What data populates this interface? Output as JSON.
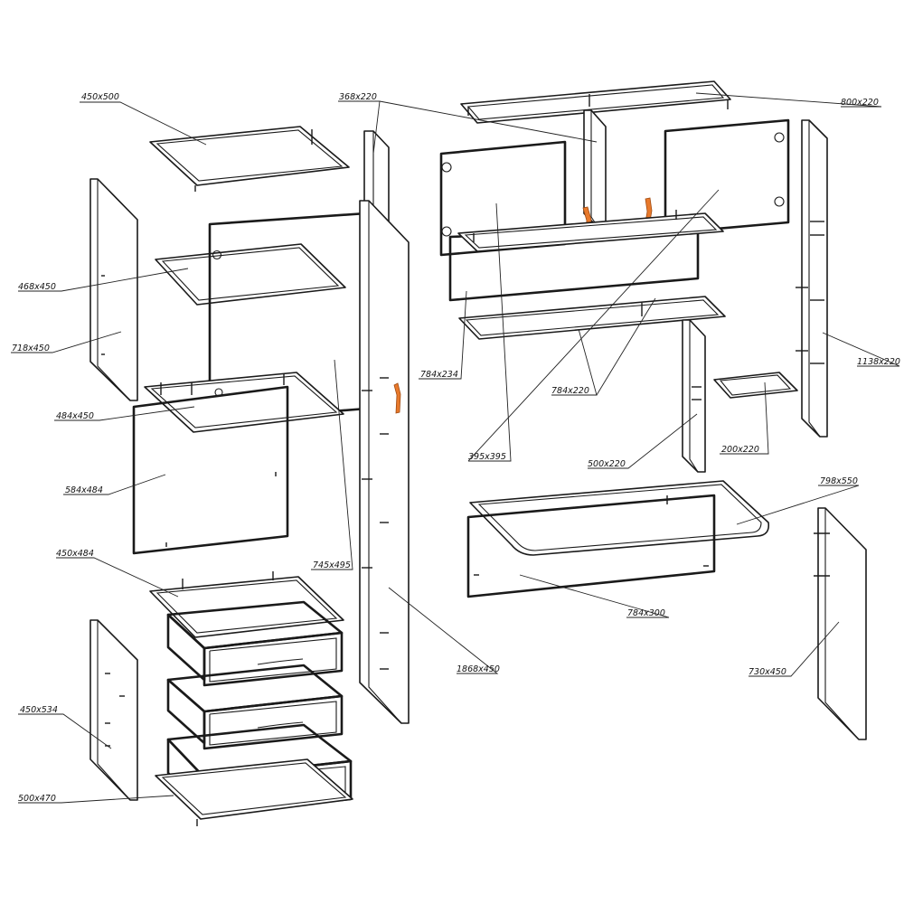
{
  "colors": {
    "line": "#1a1a1a",
    "handle": "#e8792b",
    "background": "#ffffff"
  },
  "labels": {
    "p450x500": "450х500",
    "p468x450": "468х450",
    "p718x450": "718х450",
    "p484x450": "484х450",
    "p584x484": "584х484",
    "p450x484": "450х484",
    "p450x534": "450х534",
    "p500x470": "500х470",
    "p368x220": "368х220",
    "p745x495": "745х495",
    "p1868x450": "1868х450",
    "p800x220": "800х220",
    "p784x234": "784х234",
    "p784x220": "784х220",
    "p395x395": "395х395",
    "p500x220": "500х220",
    "p200x220": "200х220",
    "p1138x220": "1138х220",
    "p798x550": "798х550",
    "p784x300": "784х300",
    "p730x450": "730х450"
  }
}
